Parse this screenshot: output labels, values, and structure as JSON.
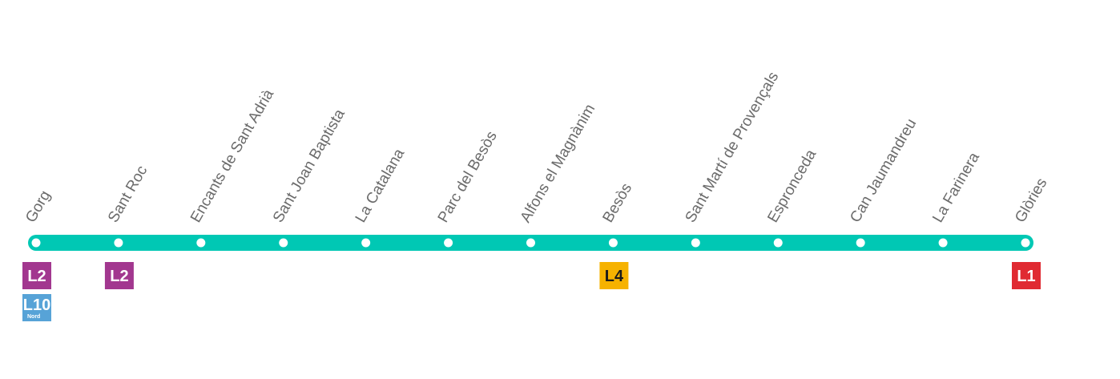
{
  "line": {
    "color": "#00c8b4"
  },
  "stations": [
    {
      "name": "Gorg",
      "connections": [
        {
          "line": "L2",
          "color": "#a2378f"
        },
        {
          "line": "L10",
          "sub": "Nord",
          "color": "#57a3d7"
        }
      ]
    },
    {
      "name": "Sant Roc",
      "connections": [
        {
          "line": "L2",
          "color": "#a2378f"
        }
      ]
    },
    {
      "name": "Encants de Sant Adrià",
      "connections": []
    },
    {
      "name": "Sant Joan Baptista",
      "connections": []
    },
    {
      "name": "La Catalana",
      "connections": []
    },
    {
      "name": "Parc del Besòs",
      "connections": []
    },
    {
      "name": "Alfons el Magnànim",
      "connections": []
    },
    {
      "name": "Besòs",
      "connections": [
        {
          "line": "L4",
          "color": "#f6b200",
          "dark_text": true
        }
      ]
    },
    {
      "name": "Sant Martí de Provençals",
      "connections": []
    },
    {
      "name": "Espronceda",
      "connections": []
    },
    {
      "name": "Can Jaumandreu",
      "connections": []
    },
    {
      "name": "La Farinera",
      "connections": []
    },
    {
      "name": "Glòries",
      "connections": [
        {
          "line": "L1",
          "color": "#e02a32"
        }
      ]
    }
  ]
}
